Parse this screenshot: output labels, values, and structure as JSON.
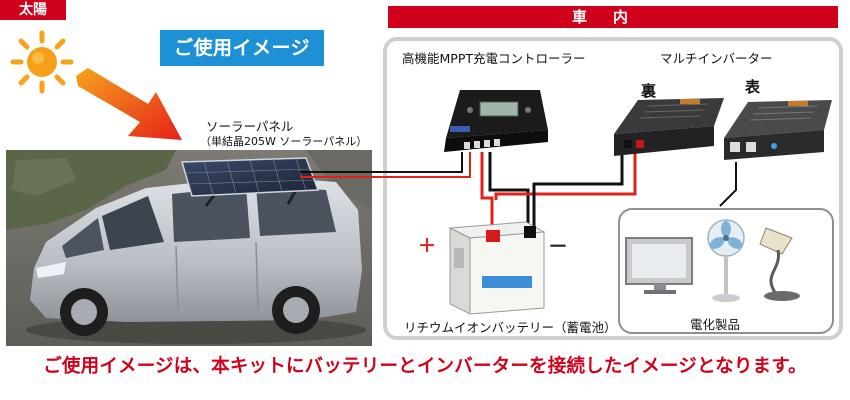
{
  "header": {
    "sun_label": "太陽",
    "usage_label": "ご使用イメージ",
    "car_interior_label": "車内"
  },
  "components": {
    "solar_panel_name": "ソーラーパネル",
    "solar_panel_spec": "（単結晶205W ソーラーパネル）",
    "controller_label": "高機能MPPT充電コントローラー",
    "inverter_label": "マルチインバーター",
    "inverter_back": "裏",
    "inverter_front": "表",
    "battery_label": "リチウムイオンバッテリー（蓄電池）",
    "battery_plus": "＋",
    "battery_minus": "－",
    "appliances_label": "電化製品"
  },
  "caption": "ご使用イメージは、本キットにバッテリーとインバーターを接続したイメージとなります。",
  "colors": {
    "accent_red": "#d0021b",
    "banner_blue": "#1e90d6",
    "sun_orange": "#f7a31c",
    "arrow_red": "#e8321a",
    "wire_red": "#e0201b",
    "wire_black": "#111111"
  }
}
